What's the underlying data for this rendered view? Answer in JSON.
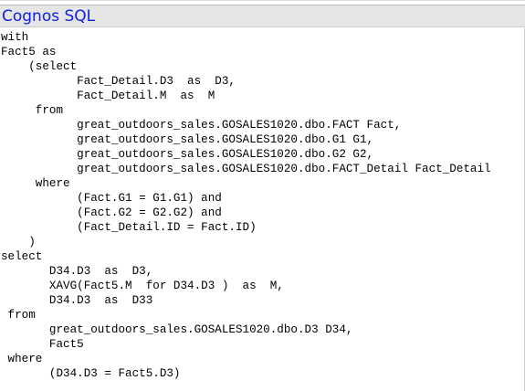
{
  "title": "Cognos SQL",
  "code_lines": [
    "with",
    "Fact5 as",
    "    (select",
    "           Fact_Detail.D3  as  D3,",
    "           Fact_Detail.M  as  M",
    "     from",
    "           great_outdoors_sales.GOSALES1020.dbo.FACT Fact,",
    "           great_outdoors_sales.GOSALES1020.dbo.G1 G1,",
    "           great_outdoors_sales.GOSALES1020.dbo.G2 G2,",
    "           great_outdoors_sales.GOSALES1020.dbo.FACT_Detail Fact_Detail",
    "     where",
    "           (Fact.G1 = G1.G1) and",
    "           (Fact.G2 = G2.G2) and",
    "           (Fact_Detail.ID = Fact.ID)",
    "    )",
    "select",
    "       D34.D3  as  D3,",
    "       XAVG(Fact5.M  for D34.D3 )  as  M,",
    "       D34.D3  as  D33",
    " from",
    "       great_outdoors_sales.GOSALES1020.dbo.D3 D34,",
    "       Fact5",
    " where",
    "       (D34.D3 = Fact5.D3)"
  ]
}
